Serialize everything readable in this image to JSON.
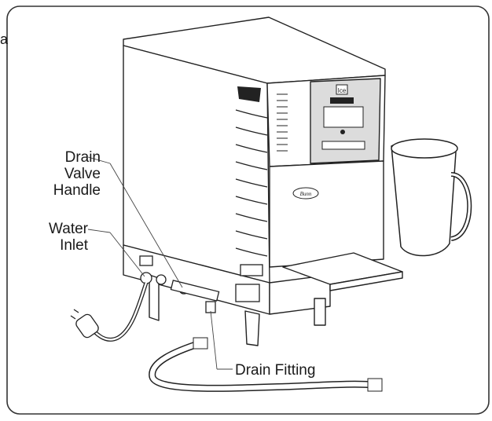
{
  "labels": {
    "edge_mark": "a",
    "drain_valve_handle": [
      "Drain",
      "Valve",
      "Handle"
    ],
    "water_inlet": [
      "Water",
      "Inlet"
    ],
    "drain_fitting": "Drain Fitting"
  },
  "panel_text": {
    "badge": "Ice",
    "brand_logo": "Bunn"
  },
  "colors": {
    "line": "#222222",
    "panel": "#dcdcdc",
    "frame": "#333333"
  }
}
